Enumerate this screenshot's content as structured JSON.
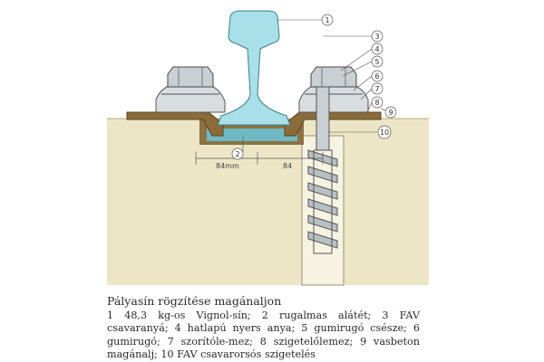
{
  "figure": {
    "callouts": [
      "1",
      "2",
      "3",
      "4",
      "5",
      "6",
      "7",
      "8",
      "9",
      "10"
    ],
    "dimension_left": "84mm",
    "dimension_right": "84"
  },
  "caption": {
    "title": "Pályasín rögzítése magánaljon",
    "body": "1 48,3 kg-os Vignol-sín; 2 rugalmas alátét; 3 FAV csavaranyá; 4 hatlapú nyers anya; 5 gumirugó csésze; 6 gumirugó; 7 szorítóle-mez; 8 szigetelőlemez; 9 vasbeton magánalj; 10 FAV csavarorsós szigetelés"
  },
  "colors": {
    "concrete": "#ede6c6",
    "rail": "#a8dfe8",
    "steel": "#c9cfd2",
    "plate": "#8a6b3a"
  }
}
